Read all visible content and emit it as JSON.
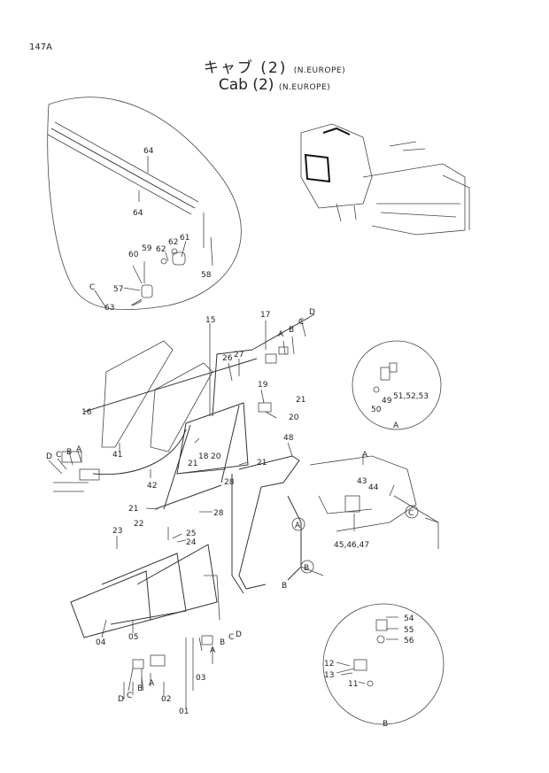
{
  "page_number": "147A",
  "title": {
    "ja_main": "キャブ (2)",
    "ja_note": "N.EUROPE",
    "en_main": "Cab (2)",
    "en_note": "N.EUROPE"
  },
  "callouts": {
    "c64a": "64",
    "c64b": "64",
    "c62a": "62",
    "c61": "61",
    "c62b": "62",
    "c59": "59",
    "c60": "60",
    "c58": "58",
    "c57": "57",
    "c63": "63",
    "cC_detail": "C",
    "c15": "15",
    "c17": "17",
    "c16": "16",
    "cD_top": "D",
    "cC_top": "C",
    "cB_top": "B",
    "cA_top": "A",
    "c26": "26",
    "c27": "27",
    "c19": "19",
    "c21a": "21",
    "c20a": "20",
    "c48": "48",
    "c41": "41",
    "cD_left": "D",
    "cC_left": "C",
    "cB_left": "B",
    "cA_left": "A",
    "c18": "18",
    "c20b": "20",
    "c21b": "21",
    "c21c": "21",
    "c42": "42",
    "c28a": "28",
    "c21d": "21",
    "c28b": "28",
    "c22": "22",
    "c25": "25",
    "c24": "24",
    "c23": "23",
    "c49": "49",
    "c515253": "51,52,53",
    "c50": "50",
    "cA_circle": "A",
    "cA_cab": "A",
    "c43": "43",
    "c44": "44",
    "cC_cab": "C",
    "cA_cab2": "A",
    "c454647": "45,46,47",
    "cB_cab": "B",
    "cB_cab2": "B",
    "c04": "04",
    "c05": "05",
    "cA_low": "A",
    "cB_low": "B",
    "cC_low": "C",
    "cD_low": "D",
    "c03": "03",
    "cD_bl": "D",
    "cC_bl": "C",
    "cB_bl": "B",
    "cA_bl": "A",
    "c02": "02",
    "c01": "01",
    "c54": "54",
    "c55": "55",
    "c56": "56",
    "c12": "12",
    "c13": "13",
    "c11": "11",
    "cB_circle": "B"
  }
}
